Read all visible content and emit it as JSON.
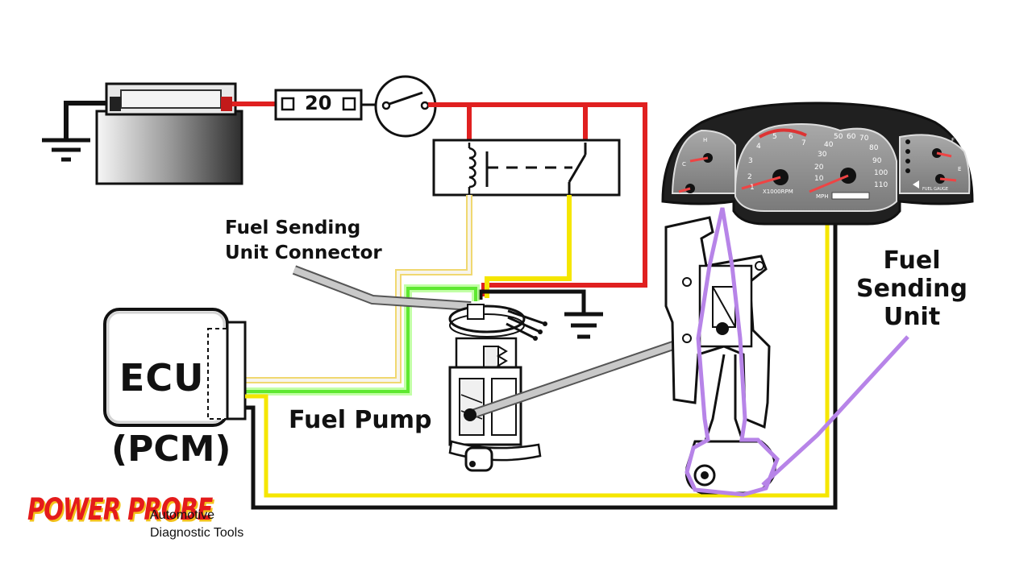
{
  "fuse": {
    "rating": "20"
  },
  "labels": {
    "fuel_sending_unit_connector": "Fuel Sending\nUnit Connector",
    "ecu": "ECU",
    "pcm": "(PCM)",
    "fuel_pump": "Fuel Pump",
    "fuel_sending_unit": "Fuel\nSending\nUnit"
  },
  "brand": {
    "logo_text": "POWER PROBE",
    "tagline": "Automotive\nDiagnostic Tools"
  },
  "cluster": {
    "tach_unit": "X1000RPM",
    "tach_ticks": [
      "1",
      "2",
      "3",
      "4",
      "5",
      "6",
      "7"
    ],
    "speed_unit": "MPH",
    "speed_ticks": [
      "10",
      "20",
      "30",
      "40",
      "50",
      "60",
      "70",
      "80",
      "90",
      "100",
      "110"
    ],
    "left_gauge_marks": [
      "H",
      "C"
    ],
    "right_gauge_marks": [
      "F",
      "E"
    ],
    "right_gauge_label": "FUEL GAUGE"
  },
  "colors": {
    "battery_positive": "#e02020",
    "fused_power": "#e02020",
    "relay_output": "#f5e600",
    "signal_white": "#f2f0e6",
    "ecu_green": "#7ef542",
    "ground": "#111111",
    "sender_signal": "#f5e600",
    "fuel_sending_unit_highlight": "#b784e8"
  }
}
